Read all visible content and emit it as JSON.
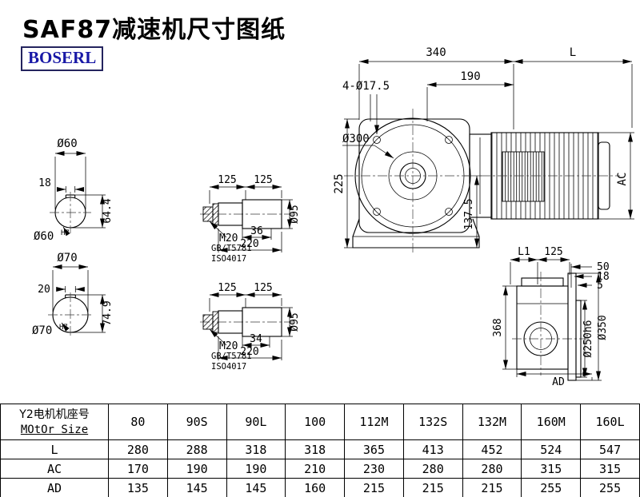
{
  "title": "SAF87减速机尺寸图纸",
  "logo": "BOSERL",
  "front_view": {
    "dim_340": "340",
    "dim_L": "L",
    "dim_190": "190",
    "holes": "4-Ø17.5",
    "d300": "Ø300",
    "dim_225": "225",
    "dim_137_5": "137.5",
    "dim_AC": "AC"
  },
  "side_view": {
    "dim_L1": "L1",
    "dim_125": "125",
    "dim_50": "50",
    "dim_18": "18",
    "dim_5": "5",
    "dim_368": "368",
    "d250": "Ø250h6",
    "d350": "Ø350",
    "dim_AD": "AD"
  },
  "shaft_60": {
    "d60": "Ø60",
    "key_w": "18",
    "key_h": "64.4",
    "fit_base": "Ø60",
    "fit_sup": "H7"
  },
  "shaft_70": {
    "d70": "Ø70",
    "key_w": "20",
    "key_h": "74.9",
    "fit_base": "Ø70",
    "fit_sup": "H7"
  },
  "detail_top": {
    "dim_125a": "125",
    "dim_125b": "125",
    "thread": "M20",
    "std1": "GB/T5781",
    "std2": "ISO4017",
    "dim_len": "36",
    "dim_220": "220",
    "d95": "Ø95"
  },
  "detail_bottom": {
    "dim_125a": "125",
    "dim_125b": "125",
    "thread": "M20",
    "std1": "GB/T5781",
    "std2": "ISO4017",
    "dim_len": "34",
    "dim_220": "220",
    "d95": "Ø95"
  },
  "table": {
    "header_line1": "Y2电机机座号",
    "header_line2": "MOtOr Size",
    "sizes": [
      "80",
      "90S",
      "90L",
      "100",
      "112M",
      "132S",
      "132M",
      "160M",
      "160L"
    ],
    "rows": [
      {
        "label": "L",
        "values": [
          "280",
          "288",
          "318",
          "318",
          "365",
          "413",
          "452",
          "524",
          "547"
        ]
      },
      {
        "label": "AC",
        "values": [
          "170",
          "190",
          "190",
          "210",
          "230",
          "280",
          "280",
          "315",
          "315"
        ]
      },
      {
        "label": "AD",
        "values": [
          "135",
          "145",
          "145",
          "160",
          "215",
          "215",
          "215",
          "255",
          "255"
        ]
      }
    ]
  }
}
